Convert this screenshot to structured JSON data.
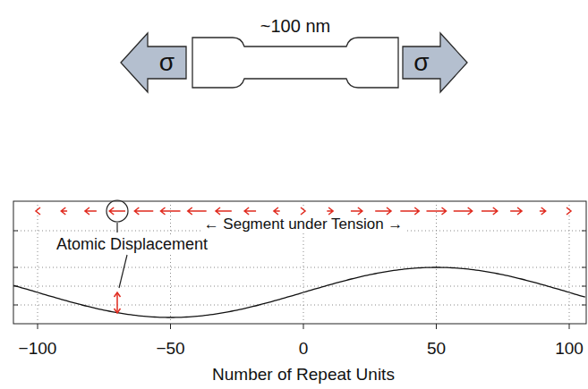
{
  "diagram": {
    "nodes": [
      {
        "text": [
          "σ"
        ]
      },
      {
        "text": [
          "~100 nm"
        ]
      },
      {
        "text": [
          "σ"
        ]
      }
    ],
    "labels": [
      "← Segment under Tension →",
      "Atomic Displacement",
      "−100",
      "−50",
      "0",
      "50",
      "100",
      "Number of Repeat Units"
    ]
  }
}
